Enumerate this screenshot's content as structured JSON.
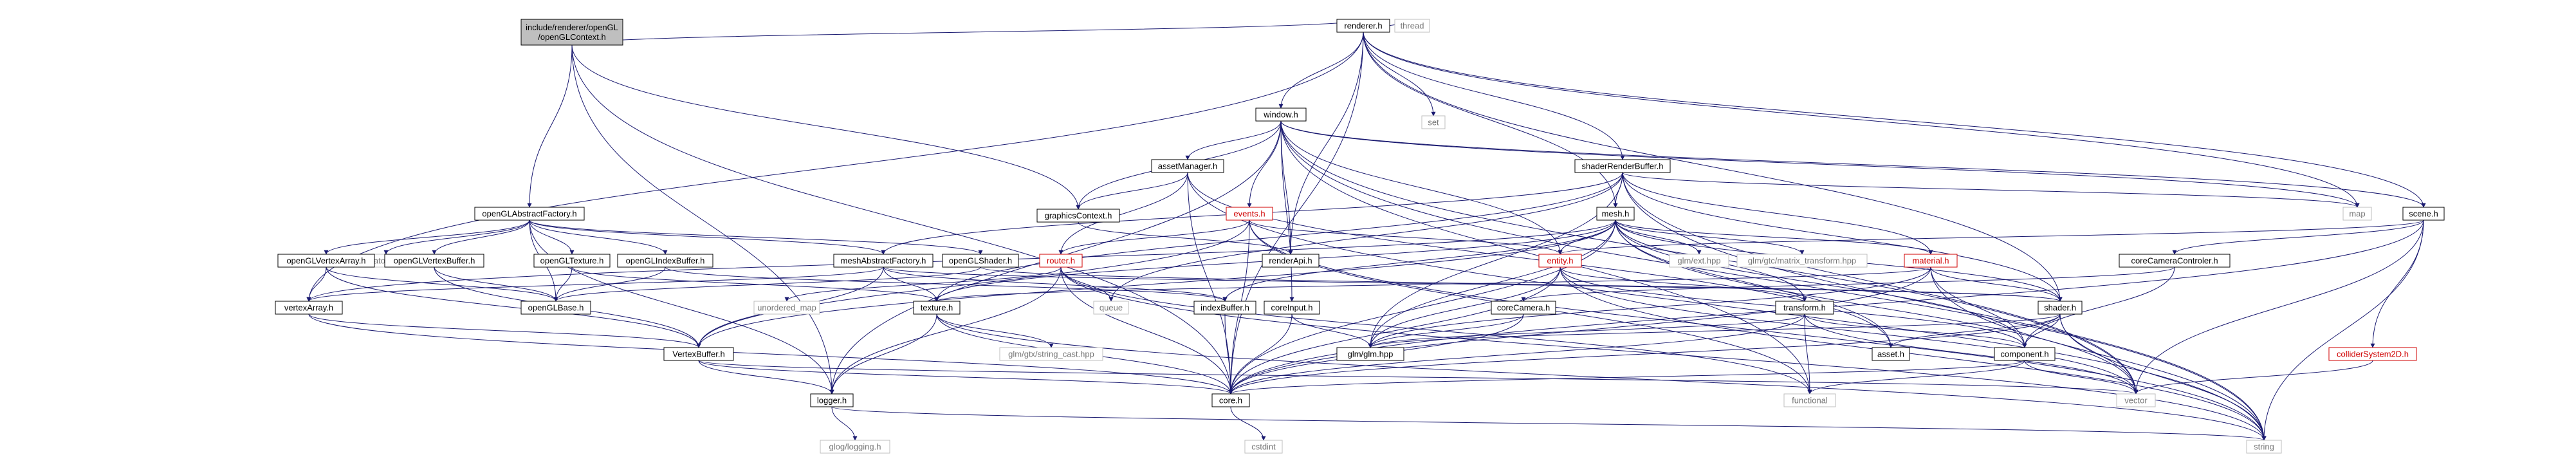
{
  "colors": {
    "edge": "#191970",
    "node_border": "#000000",
    "node_fill": "#ffffff",
    "root_fill": "#bfbfbf",
    "text": "#000000",
    "external_text": "#777777",
    "external_border": "#bfbfbf",
    "red_text": "#d00000",
    "red_border": "#d00000"
  },
  "nodes": [
    {
      "id": "root",
      "label": "include/renderer/openGL\n/openGLContext.h",
      "style": "root"
    },
    {
      "id": "renderer_h",
      "label": "renderer.h",
      "style": "normal"
    },
    {
      "id": "thread",
      "label": "thread",
      "style": "external"
    },
    {
      "id": "set",
      "label": "set",
      "style": "external"
    },
    {
      "id": "window_h",
      "label": "window.h",
      "style": "normal"
    },
    {
      "id": "assetManager_h",
      "label": "assetManager.h",
      "style": "normal"
    },
    {
      "id": "shaderRenderBuffer_h",
      "label": "shaderRenderBuffer.h",
      "style": "normal"
    },
    {
      "id": "openGLAbstractFactory_h",
      "label": "openGLAbstractFactory.h",
      "style": "normal"
    },
    {
      "id": "graphicsContext_h",
      "label": "graphicsContext.h",
      "style": "normal"
    },
    {
      "id": "events_h",
      "label": "events.h",
      "style": "red"
    },
    {
      "id": "mesh_h",
      "label": "mesh.h",
      "style": "normal"
    },
    {
      "id": "scene_h",
      "label": "scene.h",
      "style": "normal"
    },
    {
      "id": "map",
      "label": "map",
      "style": "external"
    },
    {
      "id": "atomic",
      "label": "atomic",
      "style": "external"
    },
    {
      "id": "openGLVertexArray_h",
      "label": "openGLVertexArray.h",
      "style": "normal"
    },
    {
      "id": "openGLVertexBuffer_h",
      "label": "openGLVertexBuffer.h",
      "style": "normal"
    },
    {
      "id": "openGLTexture_h",
      "label": "openGLTexture.h",
      "style": "normal"
    },
    {
      "id": "openGLIndexBuffer_h",
      "label": "openGLIndexBuffer.h",
      "style": "normal"
    },
    {
      "id": "meshAbstractFactory_h",
      "label": "meshAbstractFactory.h",
      "style": "normal"
    },
    {
      "id": "openGLShader_h",
      "label": "openGLShader.h",
      "style": "normal"
    },
    {
      "id": "router_h",
      "label": "router.h",
      "style": "red"
    },
    {
      "id": "renderApi_h",
      "label": "renderApi.h",
      "style": "normal"
    },
    {
      "id": "entity_h",
      "label": "entity.h",
      "style": "red"
    },
    {
      "id": "glm_ext_hpp",
      "label": "glm/ext.hpp",
      "style": "external"
    },
    {
      "id": "glm_gtc_hpp",
      "label": "glm/gtc/matrix_transform.hpp",
      "style": "external"
    },
    {
      "id": "material_h",
      "label": "material.h",
      "style": "red"
    },
    {
      "id": "coreCameraControler_h",
      "label": "coreCameraControler.h",
      "style": "normal"
    },
    {
      "id": "vertexArray_h",
      "label": "vertexArray.h",
      "style": "normal"
    },
    {
      "id": "openGLBase_h",
      "label": "openGLBase.h",
      "style": "normal"
    },
    {
      "id": "unordered_map",
      "label": "unordered_map",
      "style": "external"
    },
    {
      "id": "texture_h",
      "label": "texture.h",
      "style": "normal"
    },
    {
      "id": "queue",
      "label": "queue",
      "style": "external"
    },
    {
      "id": "indexBuffer_h",
      "label": "indexBuffer.h",
      "style": "normal"
    },
    {
      "id": "coreInput_h",
      "label": "coreInput.h",
      "style": "normal"
    },
    {
      "id": "coreCamera_h",
      "label": "coreCamera.h",
      "style": "normal"
    },
    {
      "id": "transform_h",
      "label": "transform.h",
      "style": "normal"
    },
    {
      "id": "shader_h",
      "label": "shader.h",
      "style": "normal"
    },
    {
      "id": "VertexBuffer_h",
      "label": "VertexBuffer.h",
      "style": "normal"
    },
    {
      "id": "glm_gtx_string_cast_hpp",
      "label": "glm/gtx/string_cast.hpp",
      "style": "external"
    },
    {
      "id": "glm_glm_hpp",
      "label": "glm/glm.hpp",
      "style": "normal"
    },
    {
      "id": "asset_h",
      "label": "asset.h",
      "style": "normal"
    },
    {
      "id": "component_h",
      "label": "component.h",
      "style": "normal"
    },
    {
      "id": "colliderSystem2D_h",
      "label": "colliderSystem2D.h",
      "style": "red"
    },
    {
      "id": "logger_h",
      "label": "logger.h",
      "style": "normal"
    },
    {
      "id": "core_h",
      "label": "core.h",
      "style": "normal"
    },
    {
      "id": "functional",
      "label": "functional",
      "style": "external"
    },
    {
      "id": "vector",
      "label": "vector",
      "style": "external"
    },
    {
      "id": "cstdint",
      "label": "cstdint",
      "style": "external"
    },
    {
      "id": "glog_logging_h",
      "label": "glog/logging.h",
      "style": "external"
    },
    {
      "id": "string",
      "label": "string",
      "style": "external"
    }
  ],
  "edges": [
    [
      "root",
      "renderer_h"
    ],
    [
      "root",
      "openGLAbstractFactory_h"
    ],
    [
      "root",
      "graphicsContext_h"
    ],
    [
      "root",
      "logger_h"
    ],
    [
      "root",
      "core_h"
    ],
    [
      "renderer_h",
      "thread"
    ],
    [
      "renderer_h",
      "set"
    ],
    [
      "renderer_h",
      "window_h"
    ],
    [
      "renderer_h",
      "shaderRenderBuffer_h"
    ],
    [
      "renderer_h",
      "mesh_h"
    ],
    [
      "renderer_h",
      "scene_h"
    ],
    [
      "renderer_h",
      "map"
    ],
    [
      "renderer_h",
      "renderApi_h"
    ],
    [
      "renderer_h",
      "vertexArray_h"
    ],
    [
      "renderer_h",
      "shader_h"
    ],
    [
      "renderer_h",
      "core_h"
    ],
    [
      "window_h",
      "assetManager_h"
    ],
    [
      "window_h",
      "graphicsContext_h"
    ],
    [
      "window_h",
      "events_h"
    ],
    [
      "window_h",
      "renderApi_h"
    ],
    [
      "window_h",
      "scene_h"
    ],
    [
      "window_h",
      "map"
    ],
    [
      "window_h",
      "string"
    ],
    [
      "window_h",
      "entity_h"
    ],
    [
      "window_h",
      "coreInput_h"
    ],
    [
      "window_h",
      "vector"
    ],
    [
      "window_h",
      "functional"
    ],
    [
      "window_h",
      "logger_h"
    ],
    [
      "assetManager_h",
      "graphicsContext_h"
    ],
    [
      "assetManager_h",
      "router_h"
    ],
    [
      "assetManager_h",
      "asset_h"
    ],
    [
      "assetManager_h",
      "core_h"
    ],
    [
      "assetManager_h",
      "string"
    ],
    [
      "shaderRenderBuffer_h",
      "mesh_h"
    ],
    [
      "shaderRenderBuffer_h",
      "material_h"
    ],
    [
      "shaderRenderBuffer_h",
      "shader_h"
    ],
    [
      "shaderRenderBuffer_h",
      "map"
    ],
    [
      "shaderRenderBuffer_h",
      "vector"
    ],
    [
      "shaderRenderBuffer_h",
      "string"
    ],
    [
      "shaderRenderBuffer_h",
      "meshAbstractFactory_h"
    ],
    [
      "shaderRenderBuffer_h",
      "glm_glm_hpp"
    ],
    [
      "shaderRenderBuffer_h",
      "queue"
    ],
    [
      "shaderRenderBuffer_h",
      "texture_h"
    ],
    [
      "openGLAbstractFactory_h",
      "atomic"
    ],
    [
      "openGLAbstractFactory_h",
      "openGLVertexArray_h"
    ],
    [
      "openGLAbstractFactory_h",
      "openGLVertexBuffer_h"
    ],
    [
      "openGLAbstractFactory_h",
      "openGLTexture_h"
    ],
    [
      "openGLAbstractFactory_h",
      "openGLIndexBuffer_h"
    ],
    [
      "openGLAbstractFactory_h",
      "meshAbstractFactory_h"
    ],
    [
      "openGLAbstractFactory_h",
      "openGLShader_h"
    ],
    [
      "openGLAbstractFactory_h",
      "openGLBase_h"
    ],
    [
      "openGLAbstractFactory_h",
      "logger_h"
    ],
    [
      "graphicsContext_h",
      "renderApi_h"
    ],
    [
      "events_h",
      "router_h"
    ],
    [
      "events_h",
      "entity_h"
    ],
    [
      "events_h",
      "core_h"
    ],
    [
      "events_h",
      "string"
    ],
    [
      "events_h",
      "functional"
    ],
    [
      "events_h",
      "VertexBuffer_h"
    ],
    [
      "mesh_h",
      "glm_ext_hpp"
    ],
    [
      "mesh_h",
      "glm_gtc_hpp"
    ],
    [
      "mesh_h",
      "entity_h"
    ],
    [
      "mesh_h",
      "material_h"
    ],
    [
      "mesh_h",
      "vertexArray_h"
    ],
    [
      "mesh_h",
      "texture_h"
    ],
    [
      "mesh_h",
      "indexBuffer_h"
    ],
    [
      "mesh_h",
      "transform_h"
    ],
    [
      "mesh_h",
      "shader_h"
    ],
    [
      "mesh_h",
      "glm_glm_hpp"
    ],
    [
      "mesh_h",
      "asset_h"
    ],
    [
      "mesh_h",
      "component_h"
    ],
    [
      "mesh_h",
      "core_h"
    ],
    [
      "mesh_h",
      "vector"
    ],
    [
      "mesh_h",
      "VertexBuffer_h"
    ],
    [
      "scene_h",
      "coreCameraControler_h"
    ],
    [
      "scene_h",
      "colliderSystem2D_h"
    ],
    [
      "scene_h",
      "entity_h"
    ],
    [
      "scene_h",
      "vector"
    ],
    [
      "scene_h",
      "string"
    ],
    [
      "scene_h",
      "core_h"
    ],
    [
      "openGLVertexArray_h",
      "vertexArray_h"
    ],
    [
      "openGLVertexArray_h",
      "openGLBase_h"
    ],
    [
      "openGLVertexArray_h",
      "VertexBuffer_h"
    ],
    [
      "openGLVertexBuffer_h",
      "openGLBase_h"
    ],
    [
      "openGLVertexBuffer_h",
      "VertexBuffer_h"
    ],
    [
      "openGLTexture_h",
      "openGLBase_h"
    ],
    [
      "openGLTexture_h",
      "texture_h"
    ],
    [
      "openGLIndexBuffer_h",
      "openGLBase_h"
    ],
    [
      "openGLIndexBuffer_h",
      "indexBuffer_h"
    ],
    [
      "meshAbstractFactory_h",
      "vertexArray_h"
    ],
    [
      "meshAbstractFactory_h",
      "texture_h"
    ],
    [
      "meshAbstractFactory_h",
      "VertexBuffer_h"
    ],
    [
      "meshAbstractFactory_h",
      "indexBuffer_h"
    ],
    [
      "meshAbstractFactory_h",
      "shader_h"
    ],
    [
      "openGLShader_h",
      "openGLBase_h"
    ],
    [
      "openGLShader_h",
      "shader_h"
    ],
    [
      "router_h",
      "unordered_map"
    ],
    [
      "router_h",
      "queue"
    ],
    [
      "router_h",
      "logger_h"
    ],
    [
      "router_h",
      "core_h"
    ],
    [
      "router_h",
      "functional"
    ],
    [
      "router_h",
      "string"
    ],
    [
      "entity_h",
      "transform_h"
    ],
    [
      "entity_h",
      "component_h"
    ],
    [
      "entity_h",
      "glm_glm_hpp"
    ],
    [
      "entity_h",
      "core_h"
    ],
    [
      "entity_h",
      "vector"
    ],
    [
      "entity_h",
      "string"
    ],
    [
      "material_h",
      "shader_h"
    ],
    [
      "material_h",
      "texture_h"
    ],
    [
      "material_h",
      "component_h"
    ],
    [
      "material_h",
      "glm_glm_hpp"
    ],
    [
      "material_h",
      "core_h"
    ],
    [
      "material_h",
      "string"
    ],
    [
      "coreCameraControler_h",
      "coreCamera_h"
    ],
    [
      "coreCameraControler_h",
      "component_h"
    ],
    [
      "vertexArray_h",
      "VertexBuffer_h"
    ],
    [
      "vertexArray_h",
      "core_h"
    ],
    [
      "texture_h",
      "glm_gtx_string_cast_hpp"
    ],
    [
      "texture_h",
      "logger_h"
    ],
    [
      "texture_h",
      "core_h"
    ],
    [
      "texture_h",
      "string"
    ],
    [
      "indexBuffer_h",
      "core_h"
    ],
    [
      "coreInput_h",
      "glm_glm_hpp"
    ],
    [
      "coreInput_h",
      "core_h"
    ],
    [
      "coreCamera_h",
      "glm_glm_hpp"
    ],
    [
      "coreCamera_h",
      "core_h"
    ],
    [
      "transform_h",
      "component_h"
    ],
    [
      "transform_h",
      "glm_glm_hpp"
    ],
    [
      "transform_h",
      "functional"
    ],
    [
      "transform_h",
      "core_h"
    ],
    [
      "transform_h",
      "vector"
    ],
    [
      "shader_h",
      "glm_glm_hpp"
    ],
    [
      "shader_h",
      "asset_h"
    ],
    [
      "shader_h",
      "component_h"
    ],
    [
      "shader_h",
      "core_h"
    ],
    [
      "shader_h",
      "vector"
    ],
    [
      "shader_h",
      "string"
    ],
    [
      "VertexBuffer_h",
      "logger_h"
    ],
    [
      "VertexBuffer_h",
      "core_h"
    ],
    [
      "VertexBuffer_h",
      "vector"
    ],
    [
      "component_h",
      "functional"
    ],
    [
      "component_h",
      "core_h"
    ],
    [
      "component_h",
      "vector"
    ],
    [
      "colliderSystem2D_h",
      "vector"
    ],
    [
      "logger_h",
      "glog_logging_h"
    ],
    [
      "logger_h",
      "string"
    ],
    [
      "core_h",
      "cstdint"
    ]
  ]
}
